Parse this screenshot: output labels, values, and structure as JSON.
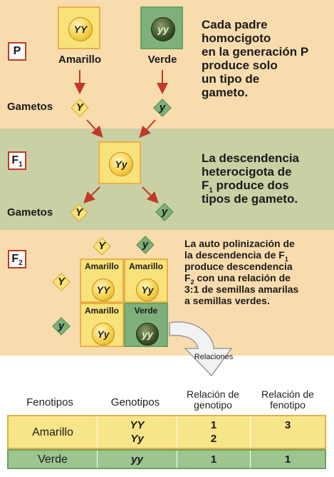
{
  "generations": {
    "p": "P",
    "f1": "F",
    "f1_sub": "1",
    "f2": "F",
    "f2_sub": "2"
  },
  "parents": {
    "yellow": {
      "genotype": "YY",
      "label": "Amarillo"
    },
    "green": {
      "genotype": "yy",
      "label": "Verde"
    }
  },
  "gametes_label": "Gametos",
  "gamete_y": "Y",
  "gamete_g": "y",
  "description_p": [
    "Cada padre",
    "homocigoto",
    "en la generación P",
    "produce solo",
    "un tipo de",
    "gameto."
  ],
  "f1": {
    "genotype": "Yy"
  },
  "description_f1": {
    "line1": "La descendencia",
    "line2": "heterocigota de",
    "line3_prefix": "F",
    "line3_sub": "1",
    "line3_rest": " produce dos",
    "line4": "tipos de gameto."
  },
  "description_f2": {
    "l1": "La auto polinización de",
    "l2_prefix": "la descendencia de F",
    "l2_sub": "1",
    "l3": "produce descendencia",
    "l4_prefix": "F",
    "l4_sub": "2",
    "l4_rest": " con una relación de",
    "l5": "3:1 de semillas amarilas",
    "l6": "a semillas verdes."
  },
  "punnett": [
    {
      "label": "Amarillo",
      "genotype": "YY",
      "color": "yellow"
    },
    {
      "label": "Amarillo",
      "genotype": "Yy",
      "color": "yellow"
    },
    {
      "label": "Amarillo",
      "genotype": "Yy",
      "color": "yellow"
    },
    {
      "label": "Verde",
      "genotype": "yy",
      "color": "green"
    }
  ],
  "relations_label": "Relaciones",
  "table": {
    "headers": {
      "phenotypes": "Fenotipos",
      "genotypes": "Genotipos",
      "genotype_ratio": [
        "Relación de",
        "genotipo"
      ],
      "phenotype_ratio": [
        "Relación de",
        "fenotipo"
      ]
    },
    "rows": [
      {
        "phenotype": "Amarillo",
        "genotypes": [
          "YY",
          "Yy"
        ],
        "genotype_ratio": [
          "1",
          "2"
        ],
        "phenotype_ratio": "3"
      },
      {
        "phenotype": "Verde",
        "genotypes": [
          "yy"
        ],
        "genotype_ratio": [
          "1"
        ],
        "phenotype_ratio": "1"
      }
    ]
  },
  "colors": {
    "cream": "#f9dcae",
    "olive": "#c9d0a4",
    "red_arrow": "#c0392b",
    "yellow_row": "#f7e58a",
    "green_row": "#9cc590",
    "yellow_border": "#e8b04a",
    "green_border": "#6aa35f"
  }
}
